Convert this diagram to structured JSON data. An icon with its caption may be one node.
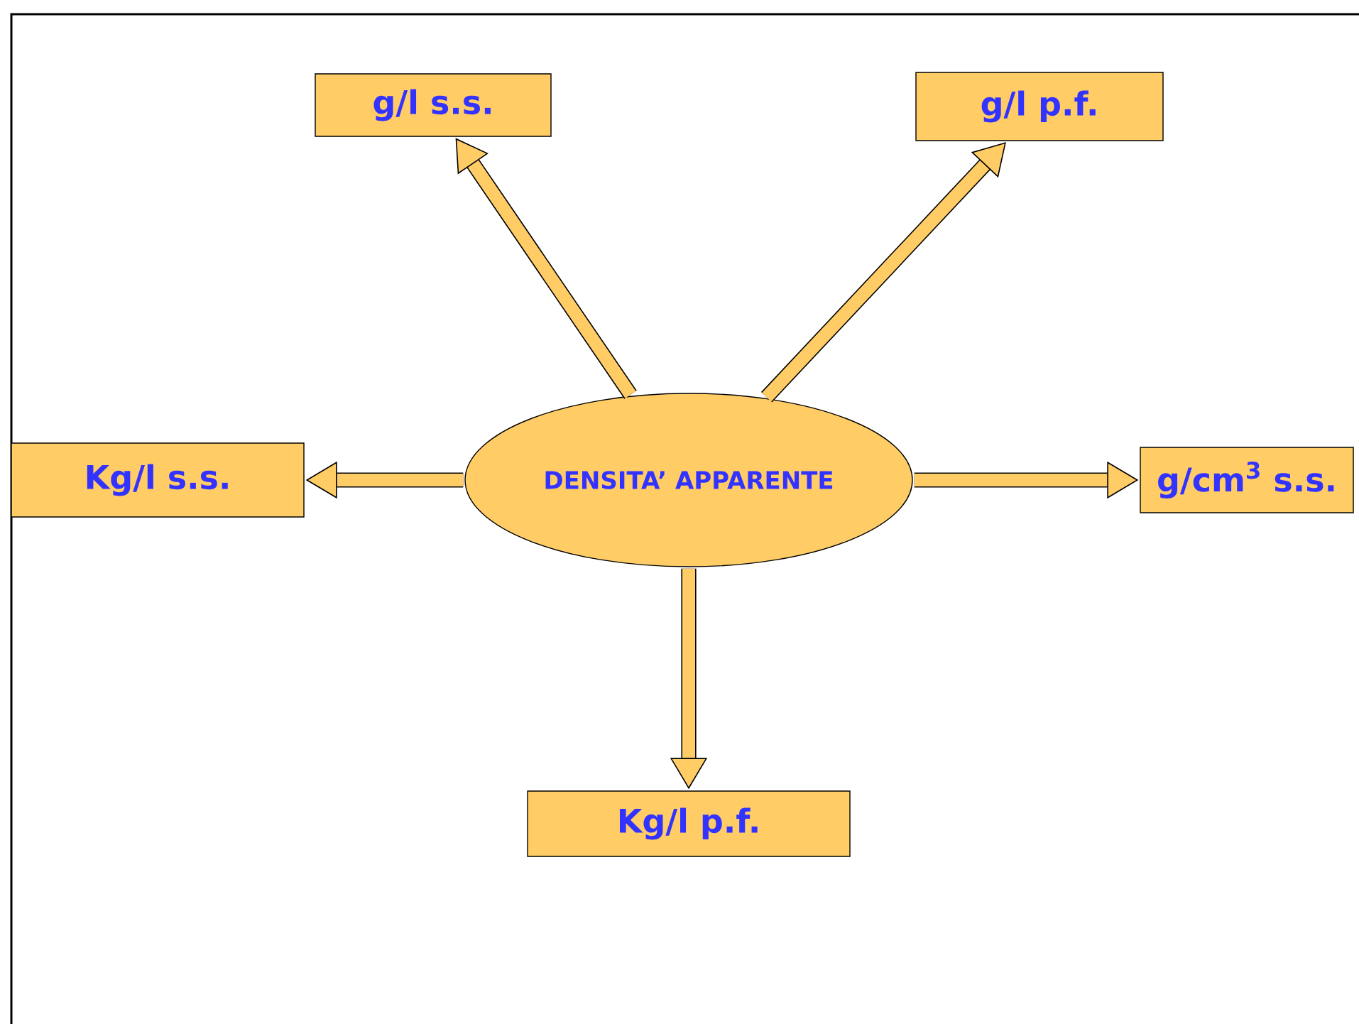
{
  "diagram": {
    "nodes": [
      {
        "text": [
          "DENSITA’ APPARENTE"
        ]
      },
      {
        "text": [
          "g/l s.s."
        ]
      },
      {
        "text": [
          "g/l p.f."
        ]
      },
      {
        "text": [
          "Kg/l s.s."
        ]
      },
      {
        "text": [
          "g/cm$^{3}$ s.s."
        ]
      },
      {
        "text": [
          "Kg/l p.f."
        ]
      }
    ],
    "edges": [
      {
        "from": 0,
        "to": 1,
        "arrow": "to"
      },
      {
        "from": 0,
        "to": 2,
        "arrow": "to"
      },
      {
        "from": 0,
        "to": 3,
        "arrow": "to"
      },
      {
        "from": 0,
        "to": 4,
        "arrow": "to"
      },
      {
        "from": 0,
        "to": 5,
        "arrow": "to"
      }
    ]
  }
}
